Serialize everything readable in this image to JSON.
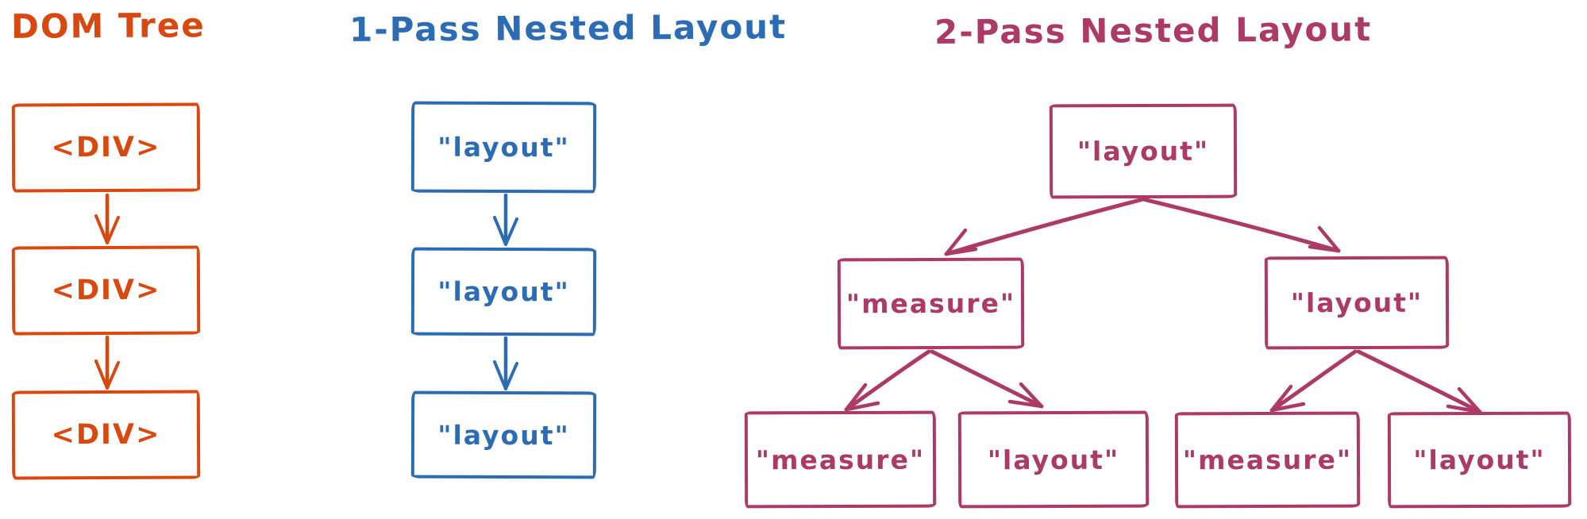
{
  "colors": {
    "dom_tree_accent": "#d9480f",
    "one_pass_accent": "#2b6cb5",
    "two_pass_accent": "#ad3a66"
  },
  "sections": {
    "dom_tree": {
      "title": "DOM Tree",
      "nodes": [
        {
          "label": "<DIV>"
        },
        {
          "label": "<DIV>"
        },
        {
          "label": "<DIV>"
        }
      ]
    },
    "one_pass": {
      "title": "1-Pass Nested Layout",
      "nodes": [
        {
          "label": "\"layout\""
        },
        {
          "label": "\"layout\""
        },
        {
          "label": "\"layout\""
        }
      ]
    },
    "two_pass": {
      "title": "2-Pass Nested Layout",
      "root": {
        "label": "\"layout\""
      },
      "children": [
        {
          "label": "\"measure\""
        },
        {
          "label": "\"layout\""
        }
      ],
      "grandchildren": [
        {
          "label": "\"measure\""
        },
        {
          "label": "\"layout\""
        },
        {
          "label": "\"measure\""
        },
        {
          "label": "\"layout\""
        }
      ]
    }
  }
}
